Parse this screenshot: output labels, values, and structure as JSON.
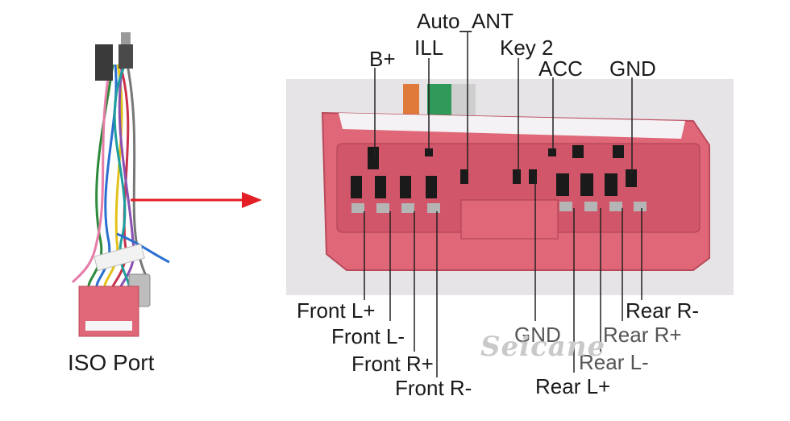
{
  "caption": "ISO Port",
  "watermark": "Seicane",
  "top_labels": [
    "Auto_ANT",
    "ILL",
    "Key 2",
    "B+",
    "ACC",
    "GND"
  ],
  "bottom_labels": [
    "Front L+",
    "Front L-",
    "Front R+",
    "Front R-",
    "GND",
    "Rear L+",
    "Rear L-",
    "Rear R+",
    "Rear R-"
  ],
  "colors": {
    "connector": "#e06777",
    "connector_dark": "#b84a5b",
    "arrow": "#e31e24",
    "line": "#222222"
  }
}
